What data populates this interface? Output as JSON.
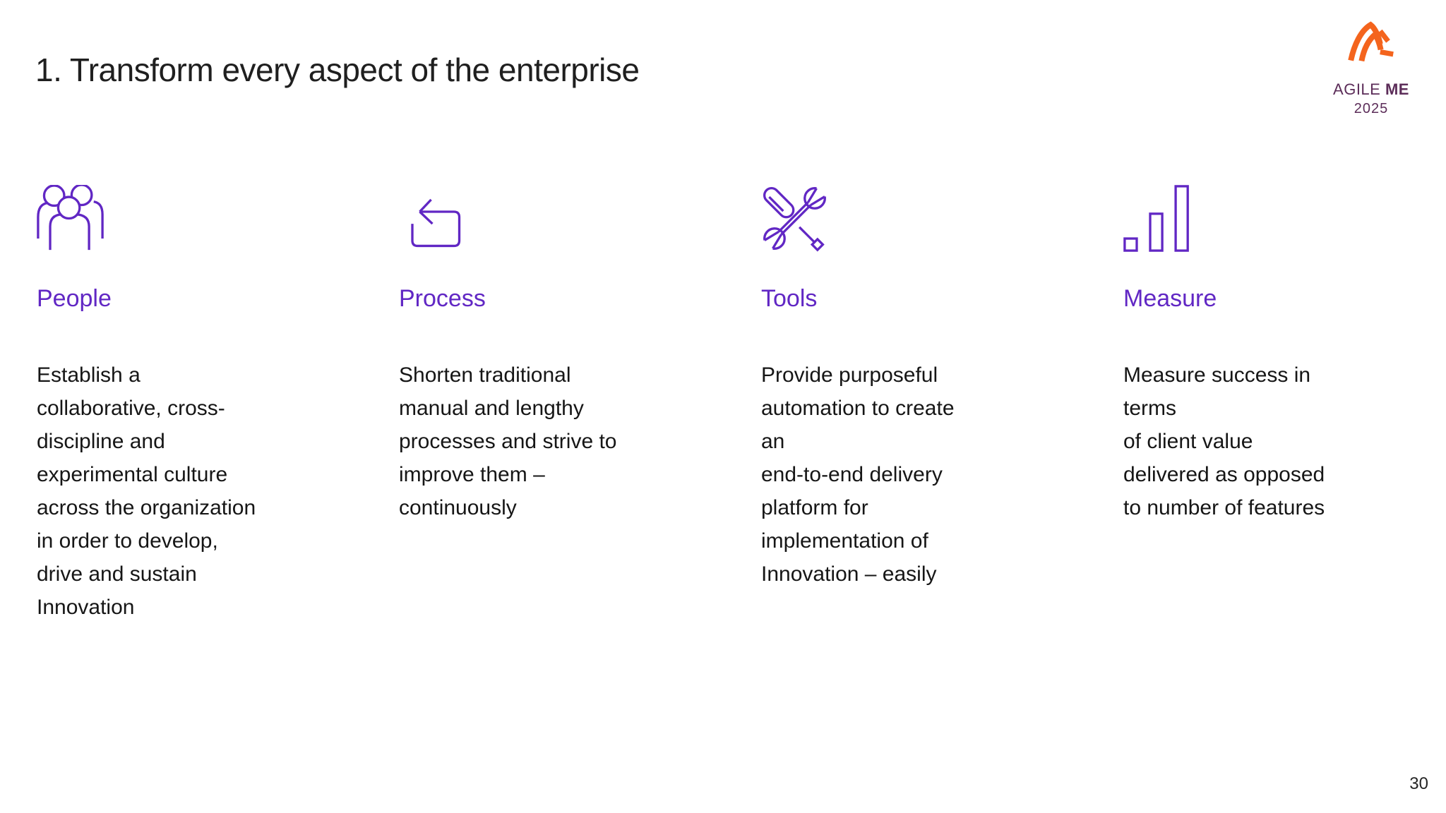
{
  "slide": {
    "title": "1. Transform every aspect of the enterprise",
    "page_number": "30"
  },
  "logo": {
    "brand_regular": "AGILE ",
    "brand_bold": "ME",
    "year": "2025",
    "icon": "agile-me-peak-icon",
    "icon_color": "#f4641d",
    "text_color": "#5c2d59"
  },
  "theme": {
    "accent_purple": "#6127c4",
    "text_dark": "#161616",
    "background": "#ffffff"
  },
  "columns": [
    {
      "icon": "people-icon",
      "heading": "People",
      "body": "Establish a\ncollaborative, cross-\ndiscipline and\nexperimental culture\nacross the organization\nin order to develop,\ndrive and sustain\nInnovation"
    },
    {
      "icon": "process-icon",
      "heading": "Process",
      "body": "Shorten traditional\nmanual and lengthy\nprocesses and strive to\nimprove them –\ncontinuously"
    },
    {
      "icon": "tools-icon",
      "heading": "Tools",
      "body": "Provide purposeful\nautomation to create\nan\nend-to-end delivery\nplatform for\nimplementation of\nInnovation – easily"
    },
    {
      "icon": "measure-icon",
      "heading": "Measure",
      "body": "Measure success in\nterms\nof client value\ndelivered as opposed\nto number of features"
    }
  ]
}
